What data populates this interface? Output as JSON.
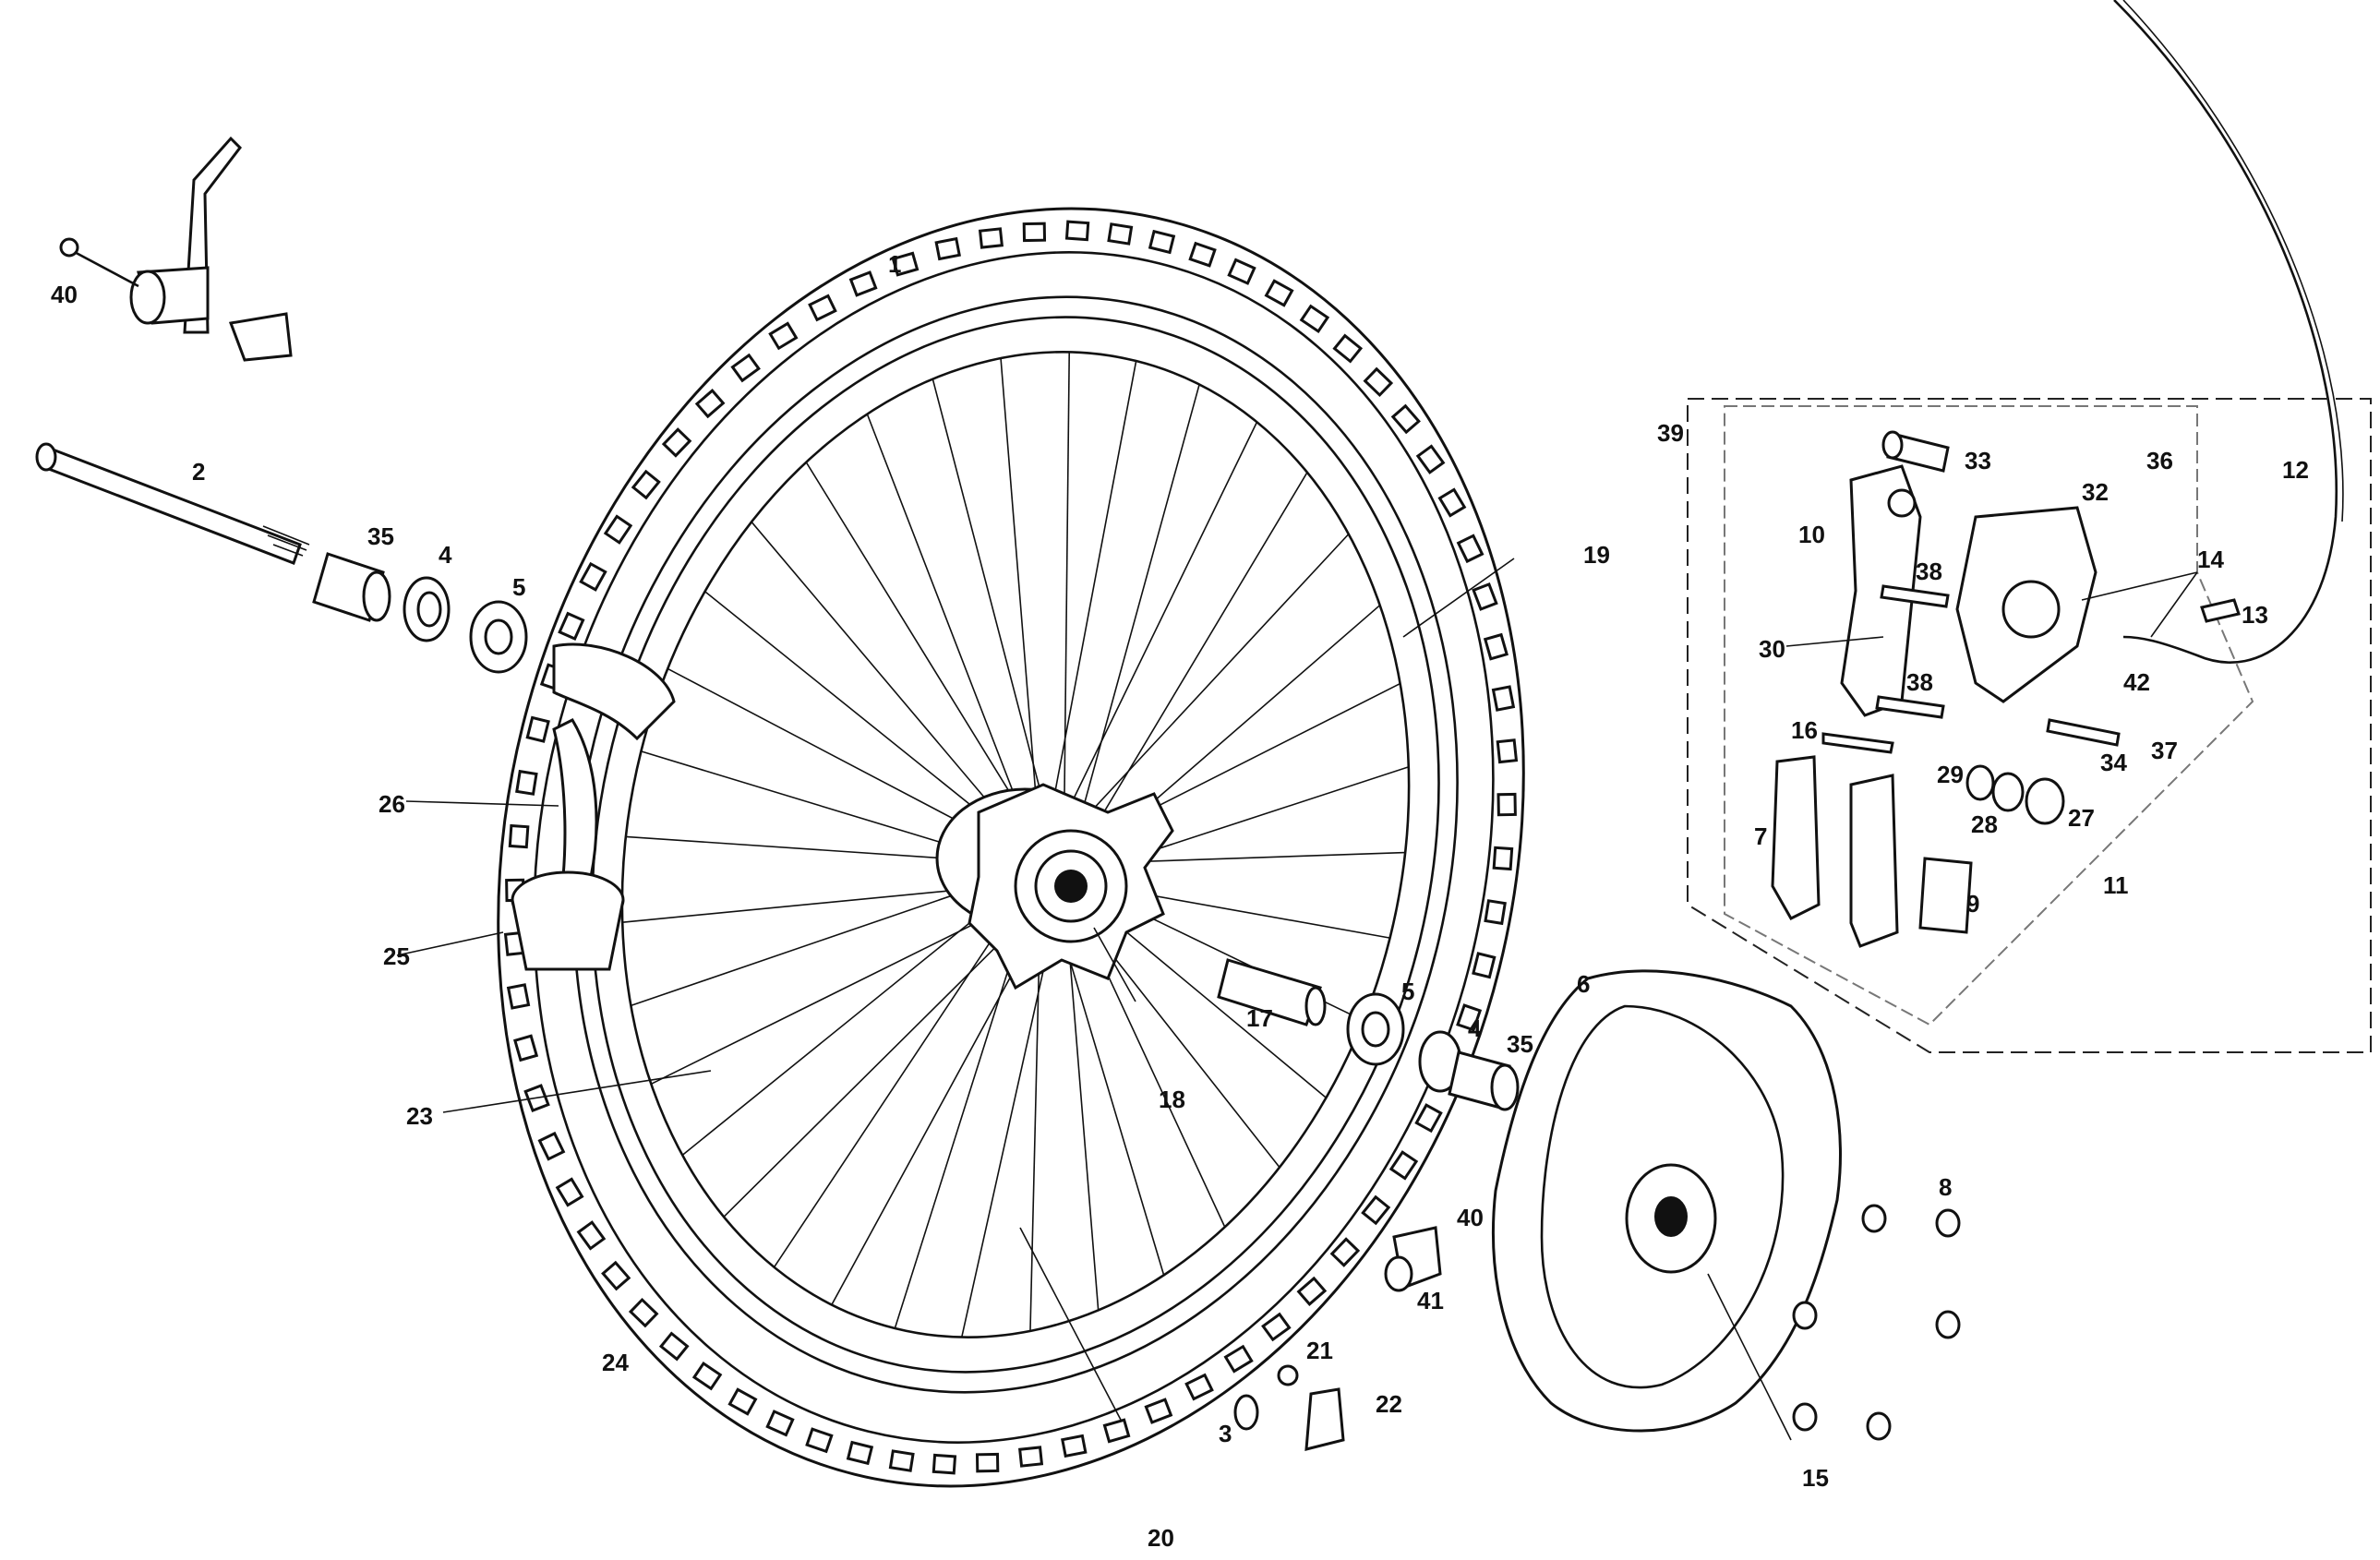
{
  "diagram": {
    "labels": {
      "l1": "1",
      "l2": "2",
      "l3": "3",
      "l4a": "4",
      "l4b": "4",
      "l5a": "5",
      "l5b": "5",
      "l6": "6",
      "l7": "7",
      "l8": "8",
      "l9": "9",
      "l10": "10",
      "l11": "11",
      "l12": "12",
      "l13": "13",
      "l14": "14",
      "l15": "15",
      "l16": "16",
      "l17": "17",
      "l18": "18",
      "l19": "19",
      "l20": "20",
      "l21": "21",
      "l22": "22",
      "l23": "23",
      "l24": "24",
      "l25": "25",
      "l26": "26",
      "l27": "27",
      "l28": "28",
      "l29": "29",
      "l30": "30",
      "l32": "32",
      "l33": "33",
      "l34": "34",
      "l35a": "35",
      "l35b": "35",
      "l36": "36",
      "l37": "37",
      "l38a": "38",
      "l38b": "38",
      "l39": "39",
      "l40a": "40",
      "l40b": "40",
      "l41": "41",
      "l42": "42"
    }
  }
}
